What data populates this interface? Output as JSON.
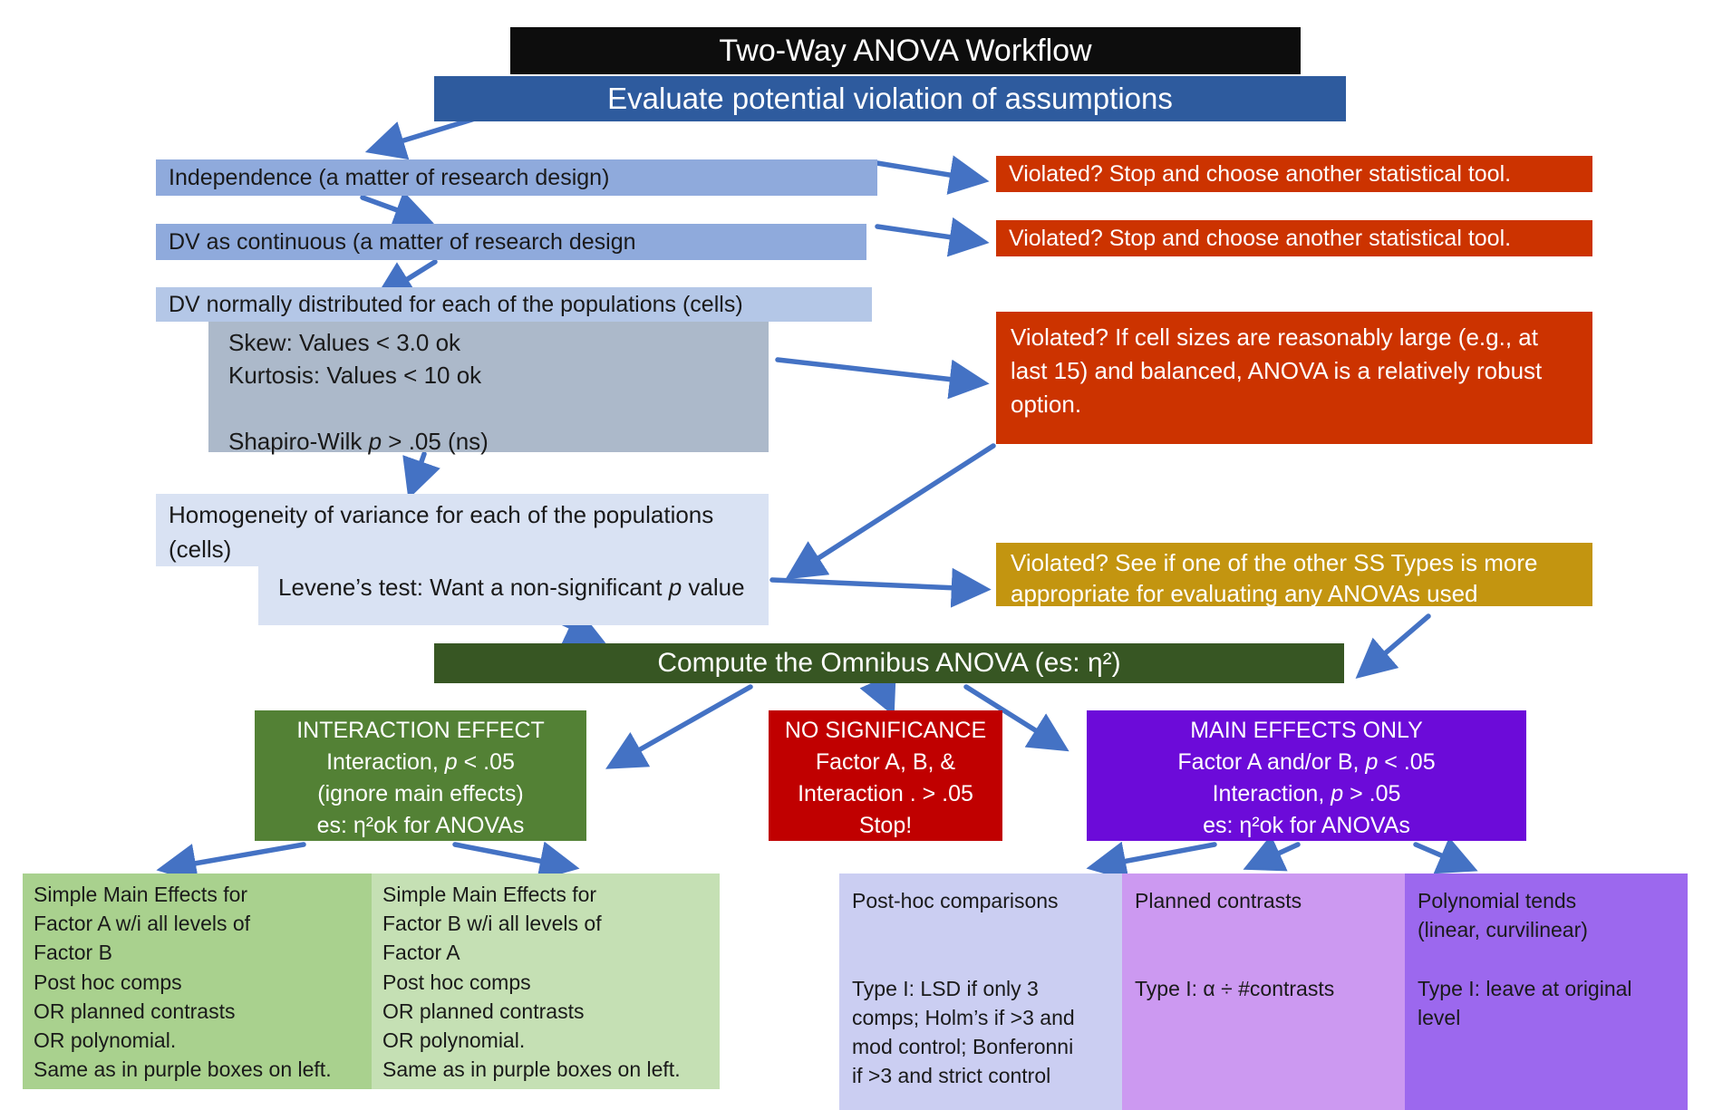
{
  "header": {
    "title": "Two-Way ANOVA Workflow",
    "subtitle": "Evaluate potential violation of assumptions"
  },
  "boxes": {
    "independence": {
      "text": "Independence (a matter of research design)"
    },
    "violated_independence": {
      "text": "Violated?  Stop and choose another statistical tool."
    },
    "dv_continuous": {
      "text": "DV as continuous (a matter of research design"
    },
    "violated_dv_continuous": {
      "text": "Violated?  Stop and choose another statistical tool."
    },
    "dv_normal": {
      "text": "DV normally distributed for each of the populations (cells)"
    },
    "normality_tests": {
      "lines": [
        "Skew:  Values < 3.0 ok",
        "Kurtosis: Values < 10 ok",
        "",
        "Shapiro-Wilk *p* > .05 (ns)"
      ]
    },
    "violated_normality": {
      "text": "Violated?  If cell sizes are reasonably large (e.g., at last 15) and balanced,  ANOVA is a relatively robust option."
    },
    "homogeneity": {
      "text": "Homogeneity of variance for each of the populations (cells)"
    },
    "levene": {
      "text": "Levene’s test:  Want a non-significant *p* value"
    },
    "violated_homogeneity": {
      "text": "Violated?  See if one of the other SS Types is more appropriate for evaluating any ANOVAs used"
    },
    "omnibus": {
      "text": "Compute the Omnibus ANOVA  (es: η²)"
    },
    "interaction_effect": {
      "lines": [
        "INTERACTION EFFECT",
        "Interaction, *p* < .05",
        "(ignore main effects)",
        "es:  η²ok for ANOVAs"
      ]
    },
    "no_significance": {
      "lines": [
        "NO SIGNIFICANCE",
        "Factor A, B, &",
        "Interaction . > .05",
        "Stop!"
      ]
    },
    "main_effects_only": {
      "lines": [
        "MAIN EFFECTS ONLY",
        "Factor A and/or B, *p* < .05",
        "Interaction, *p* > .05",
        "es:  η²ok for ANOVAs"
      ]
    },
    "simple_main_a": {
      "lines": [
        "Simple Main Effects for",
        "Factor A w/i all levels of",
        "Factor B",
        "Post hoc comps",
        "OR planned contrasts",
        "OR polynomial.",
        "Same as in purple boxes on left."
      ]
    },
    "simple_main_b": {
      "lines": [
        "Simple Main Effects for",
        "Factor B w/i all levels of",
        "Factor A",
        "Post hoc comps",
        "OR planned contrasts",
        "OR polynomial.",
        "Same as in purple boxes on left."
      ]
    },
    "post_hoc": {
      "lines": [
        "Post-hoc comparisons",
        "",
        "",
        "Type I:  LSD if only 3",
        "comps; Holm’s if >3 and",
        "mod control; Bonferonni",
        "if >3 and strict control"
      ]
    },
    "planned_contrasts": {
      "lines": [
        "Planned contrasts",
        "",
        "",
        "Type I:  α ÷ #contrasts"
      ]
    },
    "polynomial_trends": {
      "lines": [
        "Polynomial tends",
        "(linear, curvilinear)",
        "",
        "Type I:  leave at original",
        "level"
      ]
    }
  },
  "colors": {
    "title_bar": "#0d0d0d",
    "subtitle_bar": "#2e5b9e",
    "assumption_blue": "#8faadc",
    "assumption_blue_light": "#b4c7e7",
    "normality_gray": "#acb9ca",
    "homogeneity_pale": "#d9e2f3",
    "violated_red": "#cc3300",
    "violated_gold": "#c39510",
    "omnibus_dark_green": "#375623",
    "interaction_green": "#538135",
    "no_significance_red": "#c00000",
    "main_effects_purple": "#6c0bd9",
    "simple_main_a_green": "#a9d18e",
    "simple_main_b_green": "#c5e0b4",
    "post_hoc_lavender": "#cbcef2",
    "planned_orchid": "#cc99f1",
    "polynomial_purple": "#9c68ee",
    "arrow_blue": "#4472c4"
  }
}
